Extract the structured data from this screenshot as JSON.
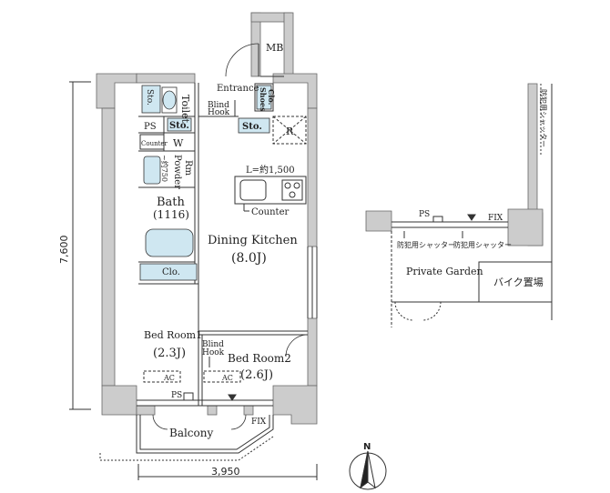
{
  "labels": {
    "mb": "MB",
    "toilet": "Toilet",
    "sto_toilet": "Sto.",
    "ps_top": "PS",
    "sto_upper": "Sto.",
    "w": "W",
    "counter_small": "Counter",
    "powder_rm_line1": "Powder",
    "powder_rm_line2": "Rm",
    "powder_rm_size": "~约750",
    "bath": "Bath",
    "bath_size": "(1116)",
    "clo": "Clo.",
    "entrance": "Entrance",
    "blind_hook_top_1": "Blind",
    "blind_hook_top_2": "Hook",
    "shoes_1": "Shoes",
    "shoes_2": "Clo.",
    "sto_entrance": "Sto.",
    "r": "R",
    "l_length": "L=約1,500",
    "counter_kitchen": "Counter",
    "dining_kitchen": "Dining Kitchen",
    "dk_size": "(8.0J)",
    "bedroom1": "Bed Room1",
    "bedroom1_size": "(2.3J)",
    "blind_hook_1": "Blind",
    "blind_hook_2": "Hook",
    "bedroom2": "Bed Room2",
    "bedroom2_size": "(2.6J)",
    "ac1": "AC",
    "ac2": "AC",
    "ps_bottom": "PS",
    "fix_bottom": "FIX",
    "balcony": "Balcony",
    "dim_height": "7,600",
    "dim_width": "3,950",
    "ps_garden": "PS",
    "fix_garden": "FIX",
    "shutter_vertical": "防犯用シャッター",
    "shutter_1": "防犯用シャッター",
    "shutter_2": "防犯用シャッター",
    "private_garden": "Private Garden",
    "bike_parking": "バイク置場",
    "north": "N"
  },
  "colors": {
    "wall": "#cccccc",
    "wall_stroke": "#666666",
    "fixture_blue": "#cfe7f1",
    "line": "#333333"
  }
}
